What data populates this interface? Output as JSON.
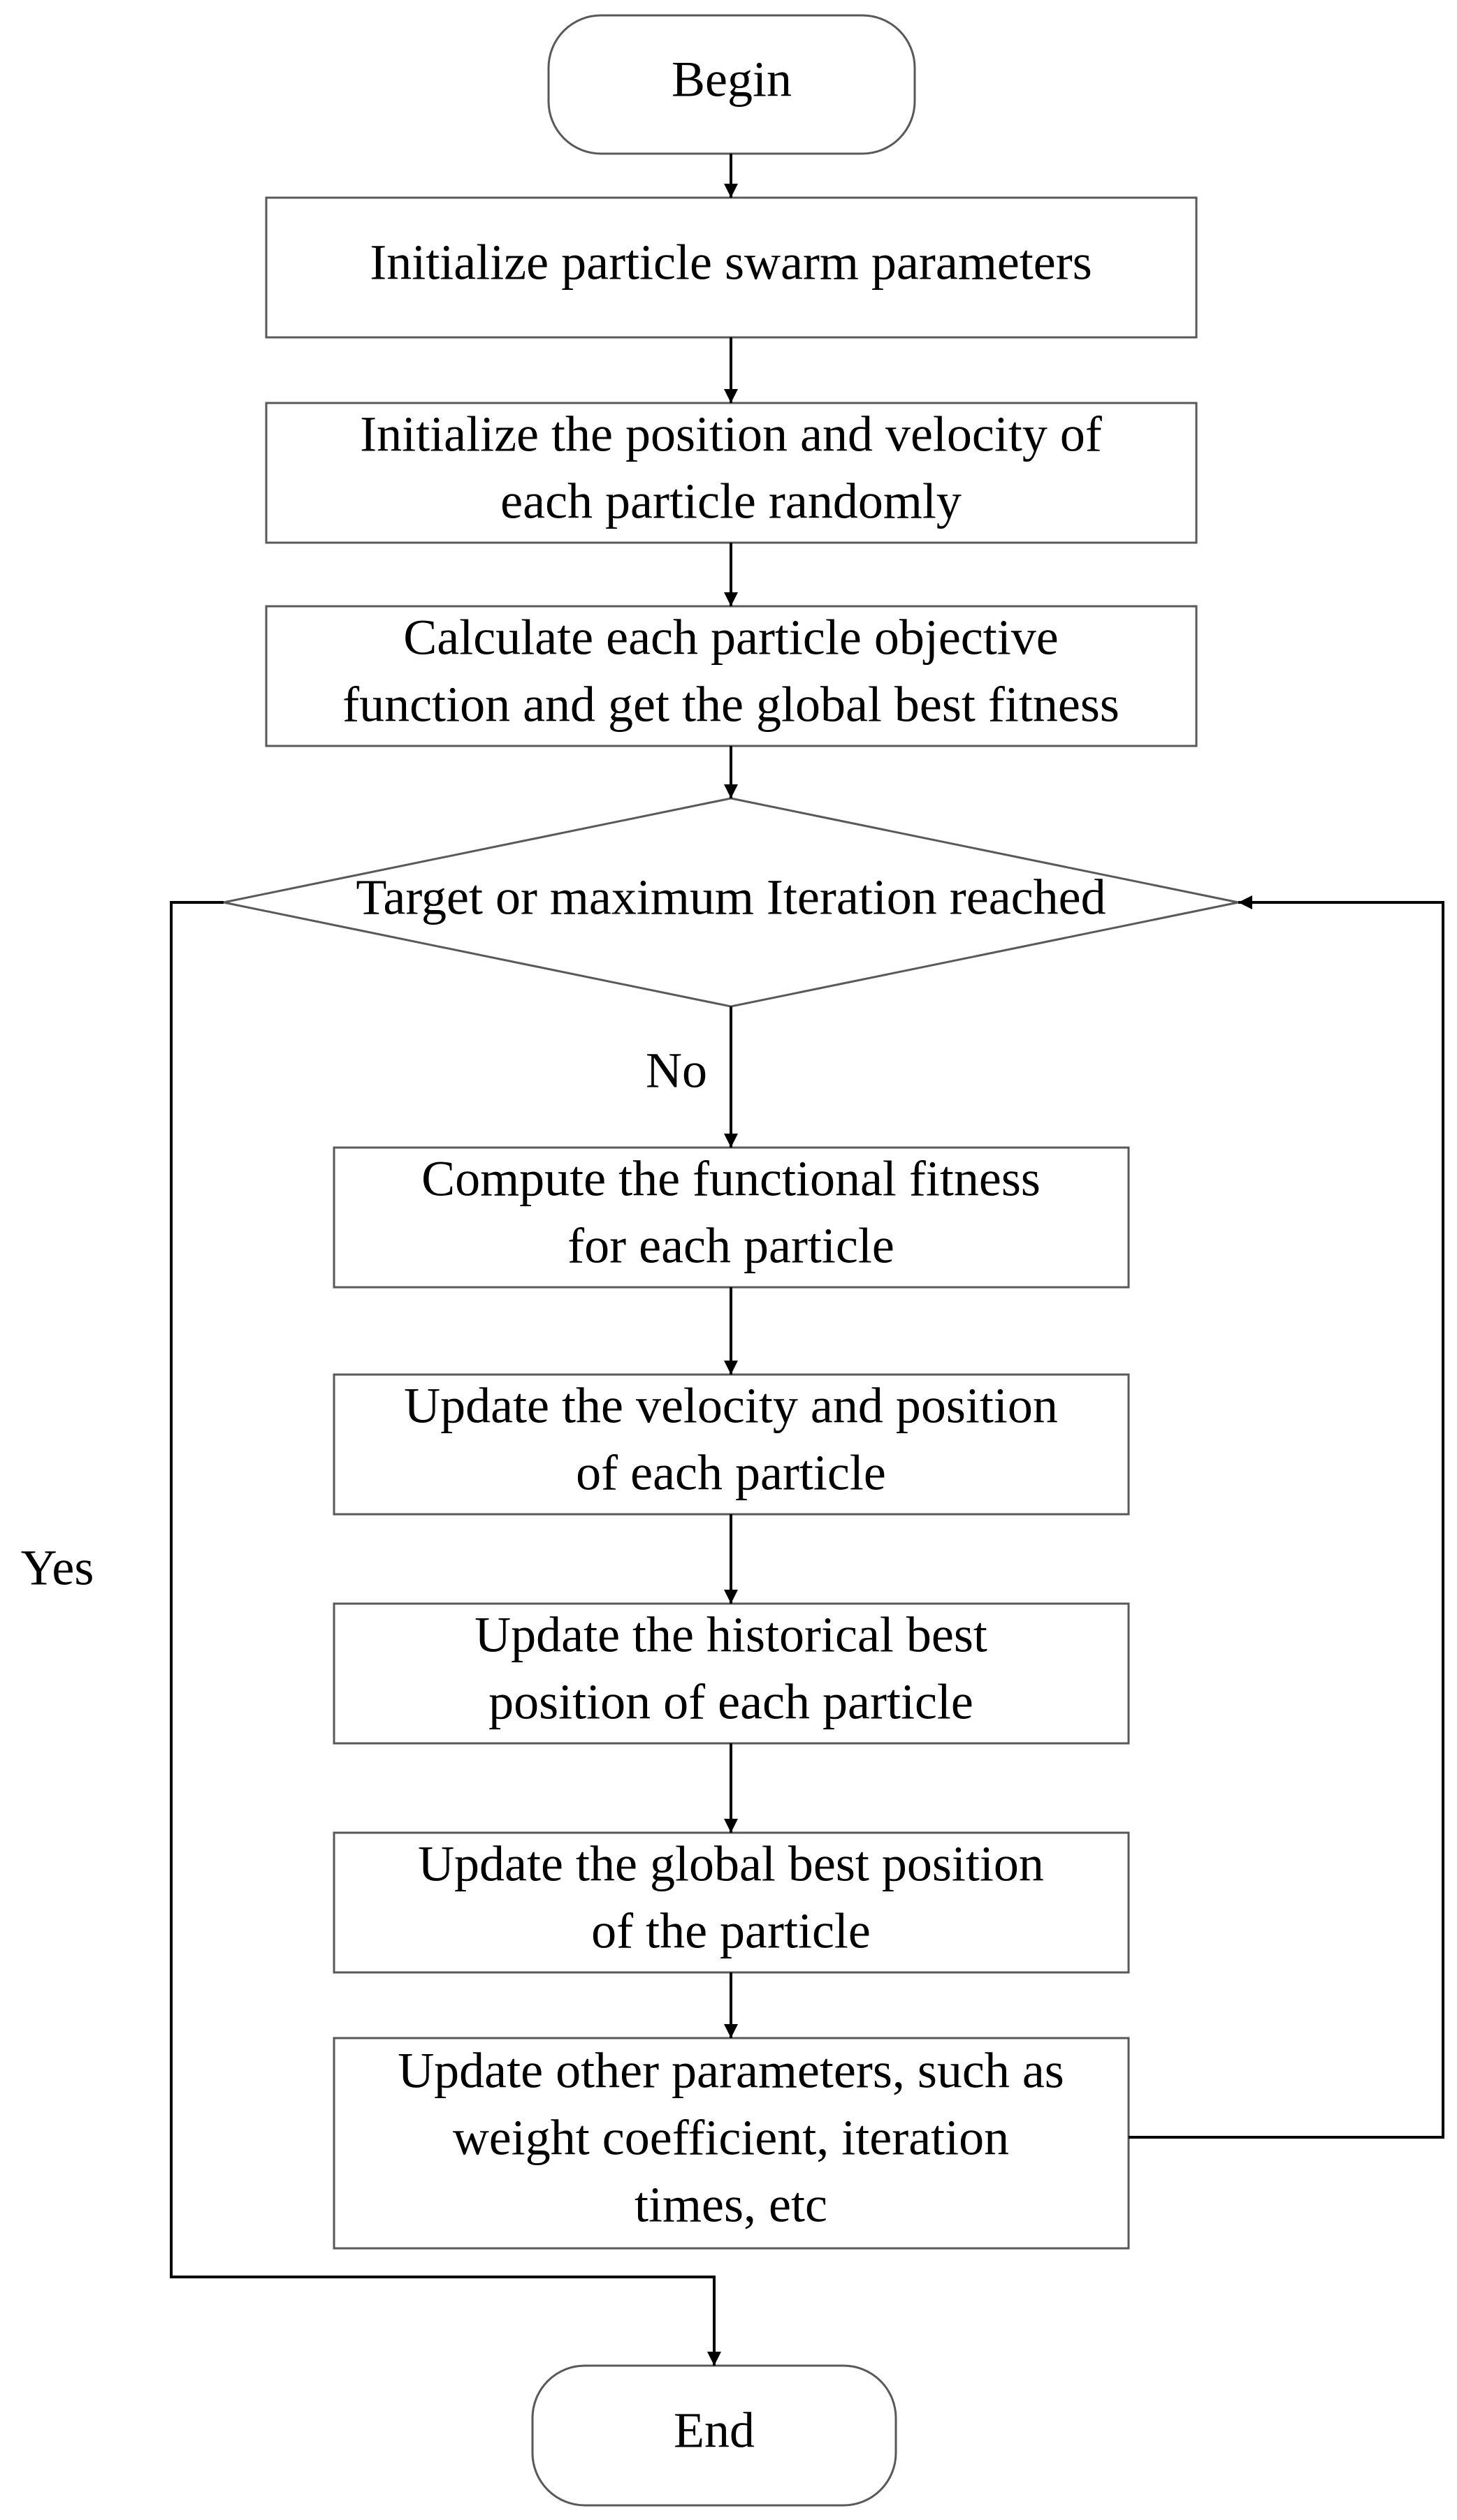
{
  "flowchart": {
    "begin": "Begin",
    "end": "End",
    "steps": {
      "init_params": [
        "Initialize particle swarm parameters"
      ],
      "init_position": [
        "Initialize the position and velocity of",
        "each particle randomly"
      ],
      "calc_objective": [
        "Calculate each particle objective",
        "function and get the global best fitness"
      ],
      "compute_fitness": [
        "Compute the functional fitness",
        "for each particle"
      ],
      "update_velocity": [
        "Update the velocity and position",
        "of each particle"
      ],
      "update_historical": [
        "Update the historical best",
        "position of each particle"
      ],
      "update_global": [
        "Update the global best position",
        "of the particle"
      ],
      "update_other": [
        "Update other parameters, such as",
        "weight coefficient, iteration",
        "times, etc"
      ]
    },
    "decision": "Target or maximum Iteration reached",
    "labels": {
      "no": "No",
      "yes": "Yes"
    }
  },
  "colors": {
    "stroke": "#595959",
    "arrow": "#000000",
    "background": "#ffffff"
  }
}
